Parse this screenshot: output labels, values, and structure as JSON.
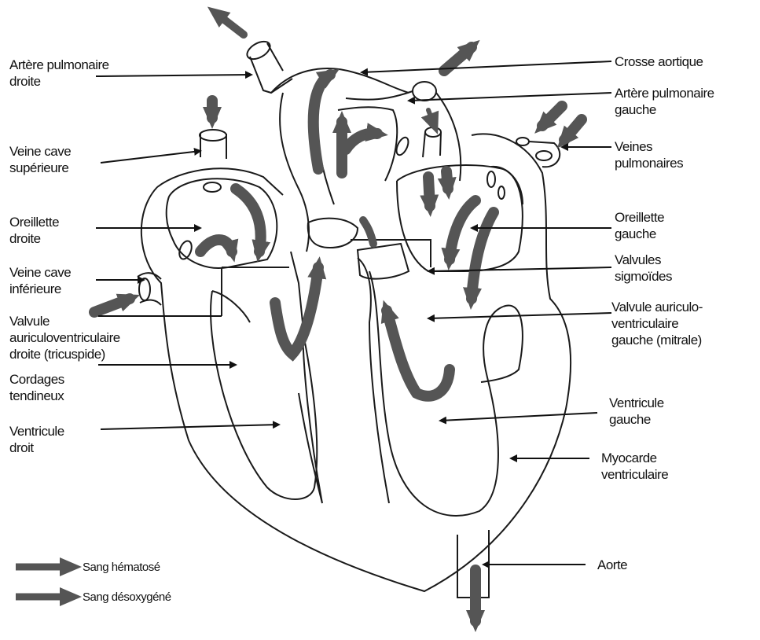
{
  "labels": {
    "arterePulmDroite": "Artère pulmonaire\ndroite",
    "veineCaveSup": "Veine cave\nsupérieure",
    "oreilletteDroite": "Oreillette\ndroite",
    "veineCaveInf": "Veine cave\ninférieure",
    "valvuleAVDroite": "Valvule\nauriculoventriculaire\ndroite (tricuspide)",
    "cordages": "Cordages\ntendineux",
    "ventriculeDroit": "Ventricule\ndroit",
    "crosseAortique": "Crosse aortique",
    "arterePulmGauche": "Artère pulmonaire\ngauche",
    "veinesPulm": "Veines\npulmonaires",
    "oreilletteGauche": "Oreillette\ngauche",
    "valvulesSigmoides": "Valvules\nsigmoïdes",
    "valvuleAVGauche": "Valvule auriculo-\nventriculaire\ngauche (mitrale)",
    "ventriculeGauche": "Ventricule\ngauche",
    "myocarde": "Myocarde\nventriculaire",
    "aorte": "Aorte"
  },
  "legend": {
    "hematose": "Sang hématosé",
    "desoxygene": "Sang désoxygéné"
  },
  "colors": {
    "outline": "#1a1a1a",
    "arrow": "#555555"
  }
}
